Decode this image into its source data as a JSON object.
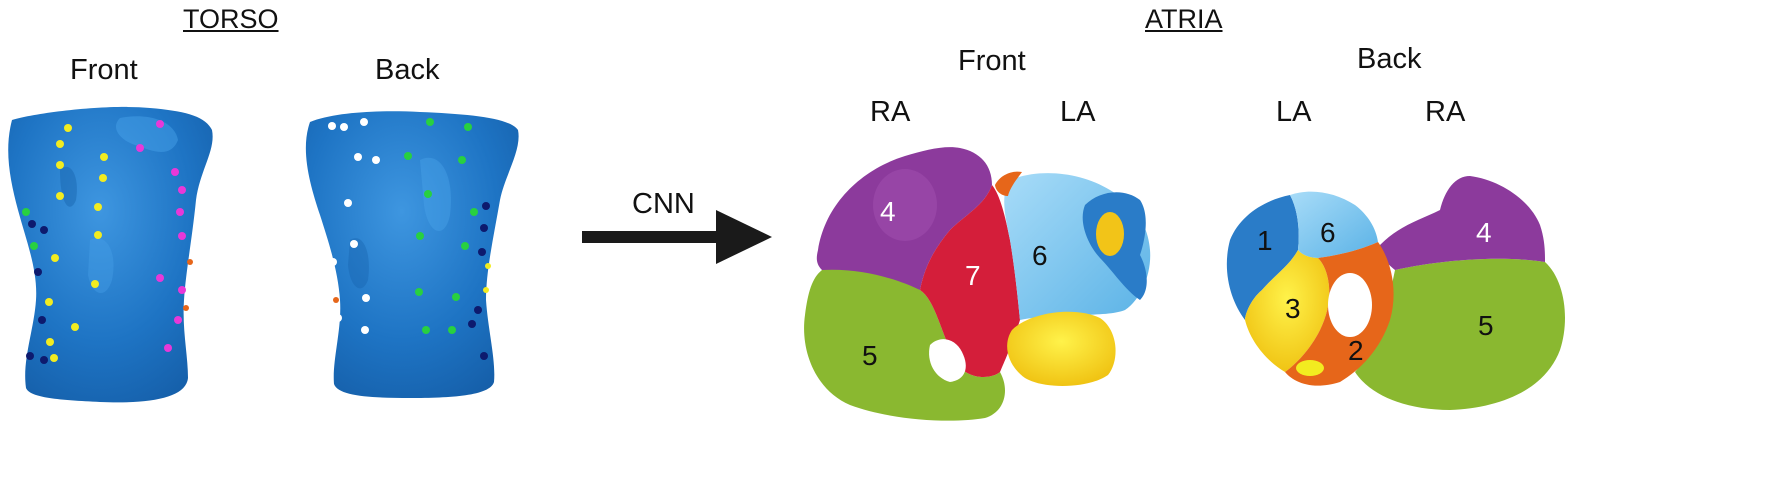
{
  "torso": {
    "heading": "TORSO",
    "front_label": "Front",
    "back_label": "Back"
  },
  "arrow": {
    "label": "CNN"
  },
  "atria": {
    "heading": "ATRIA",
    "front_label": "Front",
    "back_label": "Back",
    "front_left_label": "RA",
    "front_right_label": "LA",
    "back_left_label": "LA",
    "back_right_label": "RA",
    "front_regions": [
      "4",
      "7",
      "6",
      "5"
    ],
    "back_regions": [
      "1",
      "6",
      "4",
      "3",
      "2",
      "5"
    ]
  },
  "colors": {
    "torso": "#1e74c4",
    "electrode_yellow": "#f2ec20",
    "electrode_magenta": "#e838d8",
    "electrode_navy": "#0d1a6e",
    "electrode_green": "#28d040",
    "electrode_white": "#ffffff",
    "region_1": "#2a7cc8",
    "region_2": "#e6661a",
    "region_3": "#f2c418",
    "region_4": "#8c3a9c",
    "region_5": "#8ab830",
    "region_6": "#8ccaf0",
    "region_7": "#d41e3a"
  }
}
